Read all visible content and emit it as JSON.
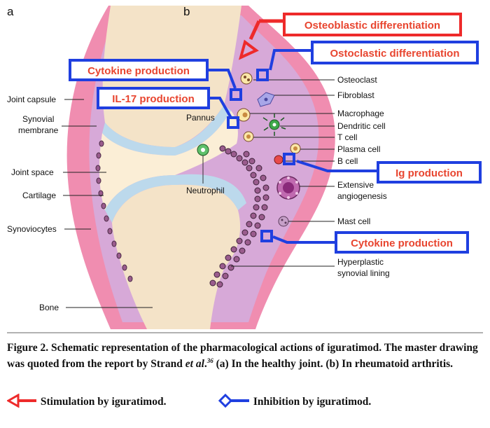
{
  "panels": {
    "a": "a",
    "b": "b"
  },
  "left_labels": {
    "joint_capsule": "Joint capsule",
    "synovial_line1": "Synovial",
    "synovial_line2": "membrane",
    "joint_space": "Joint space",
    "cartilage": "Cartilage",
    "synoviocytes": "Synoviocytes",
    "bone": "Bone"
  },
  "center_labels": {
    "pannus": "Pannus",
    "neutrophil": "Neutrophil"
  },
  "right_labels": {
    "osteoclast": "Osteoclast",
    "fibroblast": "Fibroblast",
    "macrophage": "Macrophage",
    "dendritic_cell": "Dendritic cell",
    "t_cell": "T cell",
    "plasma_cell": "Plasma cell",
    "b_cell": "B cell",
    "angio_line1": "Extensive",
    "angio_line2": "angiogenesis",
    "mast_cell": "Mast cell",
    "hyper_line1": "Hyperplastic",
    "hyper_line2": "synovial lining"
  },
  "action_boxes": {
    "osteoblastic": "Osteoblastic differentiation",
    "ostoclastic": "Ostoclastic differentiation",
    "cytokine_top": "Cytokine production",
    "il17": "IL-17 production",
    "ig": "Ig production",
    "cytokine_bottom": "Cytokine production"
  },
  "caption": {
    "prefix": "Figure 2.  Schematic representation of the pharmacological actions of iguratimod. The master drawing was quoted from the report by Strand ",
    "etal": "et al",
    "dot": ".",
    "ref": "36",
    "suffix": " (a) In the healthy joint. (b) In rheumatoid arthritis."
  },
  "legend": {
    "stimulation": "Stimulation by iguratimod.",
    "inhibition": "Inhibition by iguratimod."
  },
  "colors": {
    "capsule_pink": "#f08db0",
    "synovium_lilac": "#d7a9d8",
    "bone_beige": "#f4e3c8",
    "cartilage_blue": "#bcd9ec",
    "stimulation_red": "#ee2a2a",
    "inhibition_blue": "#1f3fe0",
    "box_text_orange": "#e8452f"
  }
}
